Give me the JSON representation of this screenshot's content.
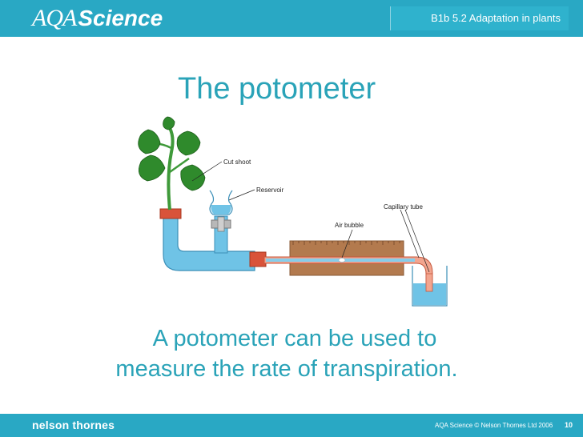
{
  "header": {
    "logo_part1": "AQA",
    "logo_part2": "Science",
    "topic": "B1b 5.2 Adaptation in plants"
  },
  "slide": {
    "title": "The potometer",
    "caption_line1": "A potometer can be used to",
    "caption_line2": "measure the rate of transpiration."
  },
  "diagram": {
    "labels": {
      "cut_shoot": "Cut shoot",
      "reservoir": "Reservoir",
      "capillary_tube": "Capillary tube",
      "air_bubble": "Air bubble"
    }
  },
  "footer": {
    "publisher": "nelson thornes",
    "copyright": "AQA Science © Nelson Thornes Ltd 2006",
    "page": "10"
  }
}
